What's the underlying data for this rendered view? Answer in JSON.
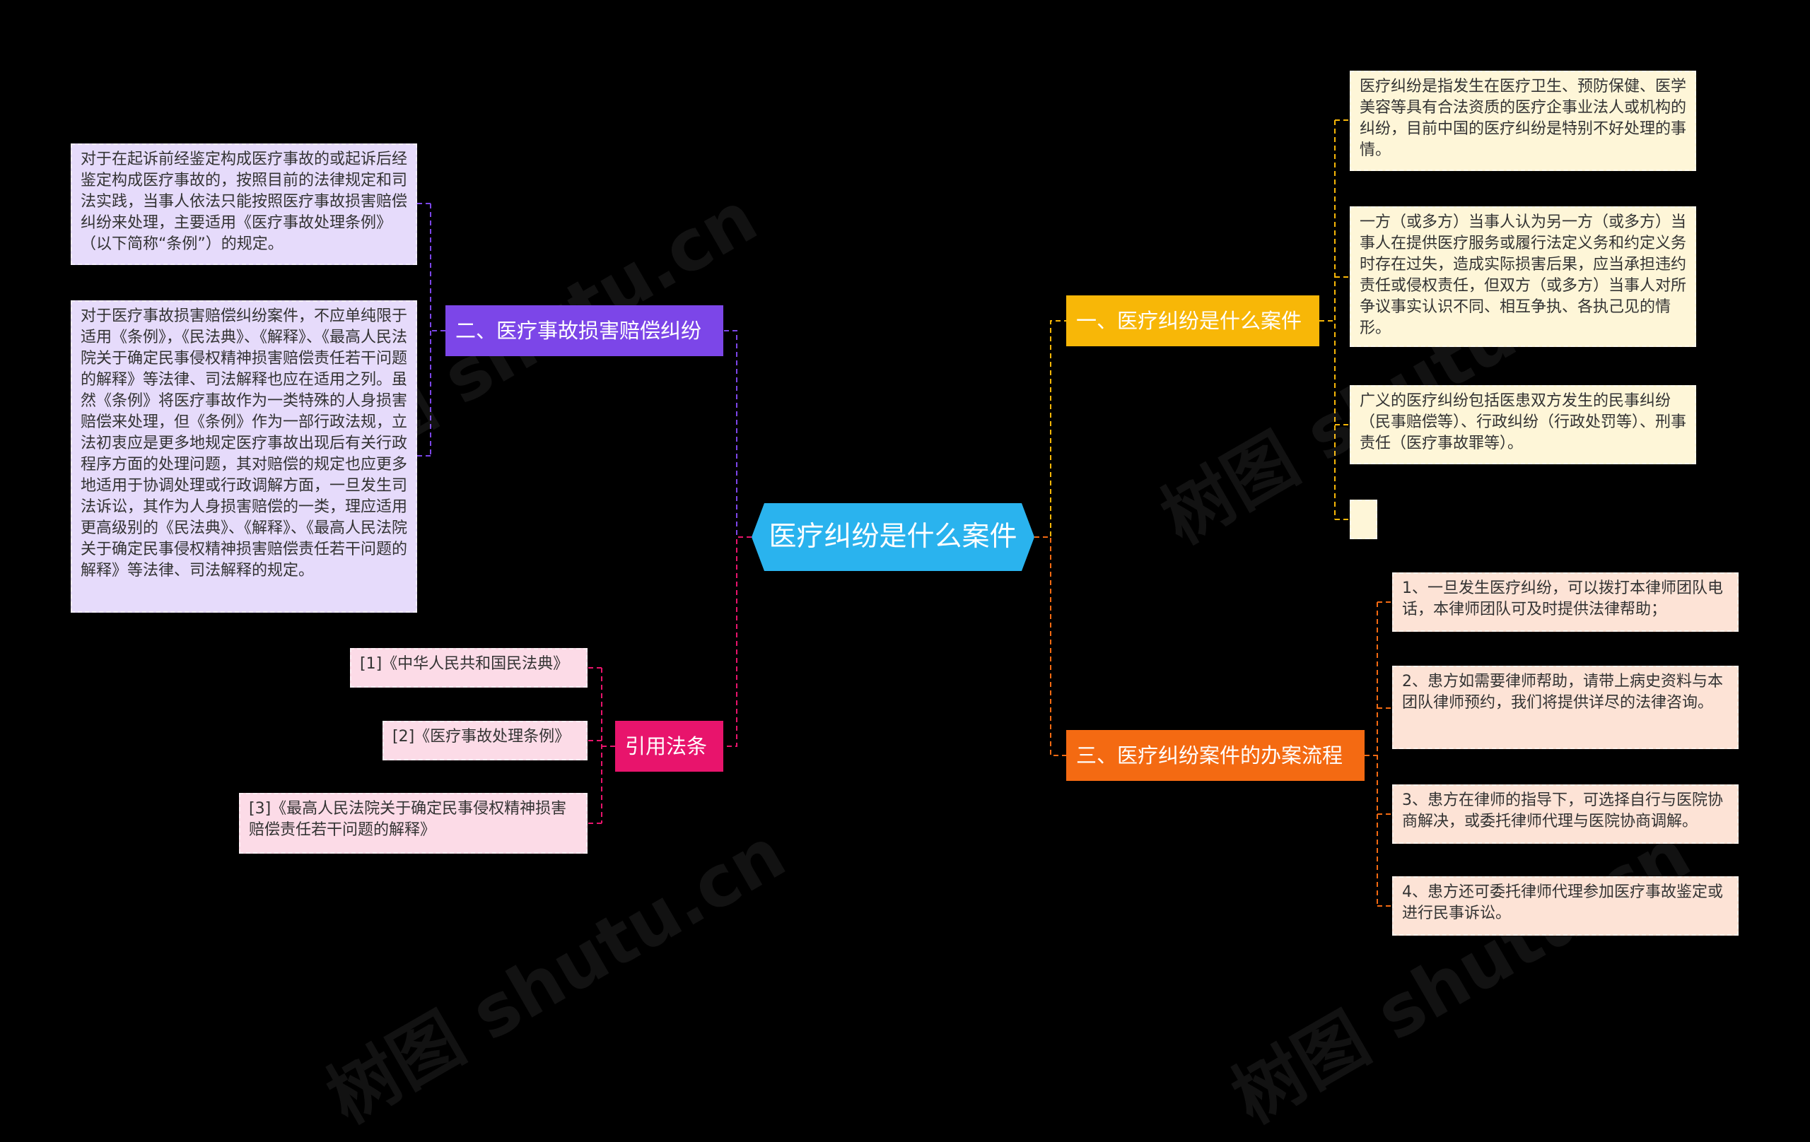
{
  "colors": {
    "background": "#000000",
    "center": "#2ab3ee",
    "branch1": "#f8b707",
    "branch2": "#7c46e8",
    "branch3": "#f46a12",
    "branch4": "#e8146c"
  },
  "center": {
    "label": "医疗纠纷是什么案件"
  },
  "branches": {
    "b1": {
      "label": "一、医疗纠纷是什么案件",
      "leaves": [
        "医疗纠纷是指发生在医疗卫生、预防保健、医学美容等具有合法资质的医疗企事业法人或机构的纠纷，目前中国的医疗纠纷是特别不好处理的事情。",
        "一方（或多方）当事人认为另一方（或多方）当事人在提供医疗服务或履行法定义务和约定义务时存在过失，造成实际损害后果，应当承担违约责任或侵权责任，但双方（或多方）当事人对所争议事实认识不同、相互争执、各执己见的情形。",
        "广义的医疗纠纷包括医患双方发生的民事纠纷（民事赔偿等）、行政纠纷（行政处罚等）、刑事责任（医疗事故罪等）。",
        ""
      ]
    },
    "b2": {
      "label": "二、医疗事故损害赔偿纠纷",
      "leaves": [
        "对于在起诉前经鉴定构成医疗事故的或起诉后经鉴定构成医疗事故的，按照目前的法律规定和司法实践，当事人依法只能按照医疗事故损害赔偿纠纷来处理，主要适用《医疗事故处理条例》（以下简称“条例”）的规定。",
        "对于医疗事故损害赔偿纠纷案件，不应单纯限于适用《条例》，《民法典》、《解释》、《最高人民法院关于确定民事侵权精神损害赔偿责任若干问题的解释》等法律、司法解释也应在适用之列。虽然《条例》将医疗事故作为一类特殊的人身损害赔偿来处理，但《条例》作为一部行政法规，立法初衷应是更多地规定医疗事故出现后有关行政程序方面的处理问题，其对赔偿的规定也应更多地适用于协调处理或行政调解方面，一旦发生司法诉讼，其作为人身损害赔偿的一类，理应适用更高级别的《民法典》、《解释》、《最高人民法院关于确定民事侵权精神损害赔偿责任若干问题的解释》等法律、司法解释的规定。"
      ]
    },
    "b3": {
      "label": "三、医疗纠纷案件的办案流程",
      "leaves": [
        "1、一旦发生医疗纠纷，可以拨打本律师团队电话，本律师团队可及时提供法律帮助；",
        "2、患方如需要律师帮助，请带上病史资料与本团队律师预约，我们将提供详尽的法律咨询。",
        "3、患方在律师的指导下，可选择自行与医院协商解决，或委托律师代理与医院协商调解。",
        "4、患方还可委托律师代理参加医疗事故鉴定或进行民事诉讼。"
      ]
    },
    "b4": {
      "label": "引用法条",
      "leaves": [
        "[1]《中华人民共和国民法典》",
        "[2]《医疗事故处理条例》",
        "[3]《最高人民法院关于确定民事侵权精神损害赔偿责任若干问题的解释》"
      ]
    }
  },
  "watermark": "树图 shutu.cn"
}
